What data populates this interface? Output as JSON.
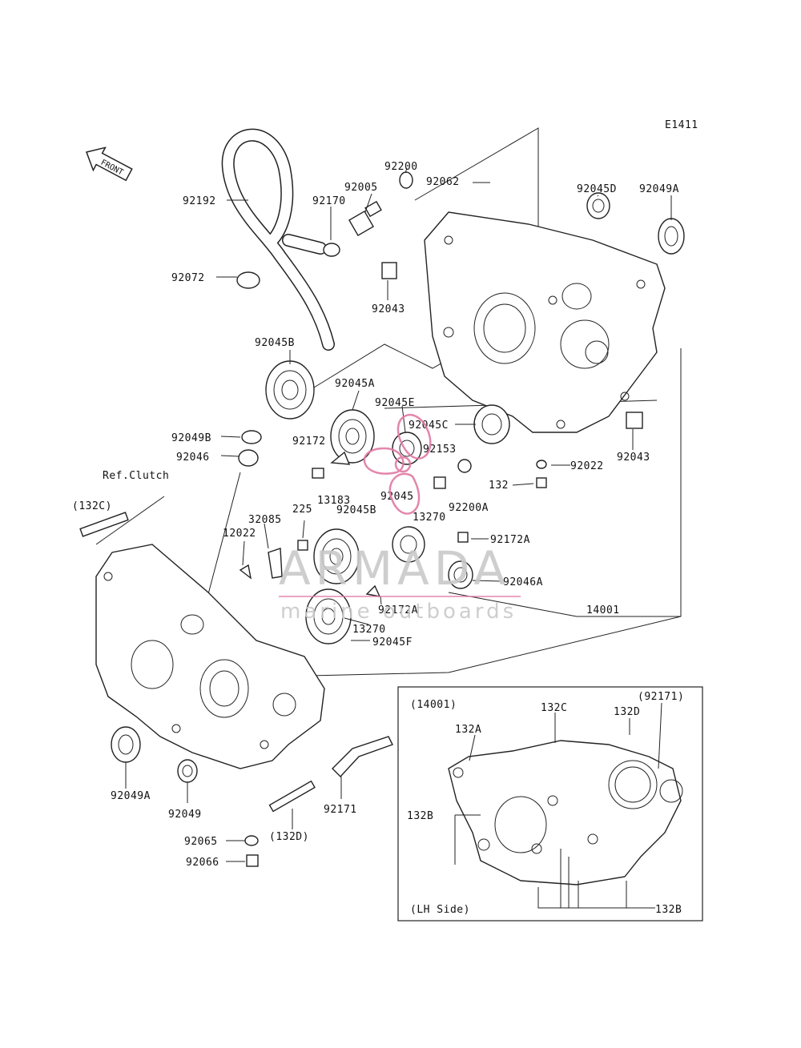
{
  "diagram": {
    "code": "E1411",
    "front_label": "FRONT",
    "ref_label": "Ref.Clutch",
    "callouts": {
      "p92200": "92200",
      "p92005": "92005",
      "p92170": "92170",
      "p92062": "92062",
      "p92045D": "92045D",
      "p92049A_top": "92049A",
      "p92192": "92192",
      "p92072": "92072",
      "p92043_a": "92043",
      "p92045B_top": "92045B",
      "p92045A": "92045A",
      "p92045E": "92045E",
      "p92045C": "92045C",
      "p92043_b": "92043",
      "p92049B": "92049B",
      "p92046": "92046",
      "p92172": "92172",
      "p92153": "92153",
      "p92022": "92022",
      "p132": "132",
      "p13183": "13183",
      "p92045": "92045",
      "p92200A": "92200A",
      "p132C_paren": "(132C)",
      "p32085": "32085",
      "p225": "225",
      "p92045B_mid": "92045B",
      "p13270_a": "13270",
      "p12022": "12022",
      "p92172A_a": "92172A",
      "p92046A": "92046A",
      "p92172A_b": "92172A",
      "p14001": "14001",
      "p13270_b": "13270",
      "p92045F": "92045F",
      "p92049A_bot": "92049A",
      "p92049": "92049",
      "p92171": "92171",
      "p132D_paren": "(132D)",
      "p92065": "92065",
      "p92066": "92066"
    },
    "inset": {
      "title": "(14001)",
      "side": "(LH Side)",
      "c132A": "132A",
      "c132C": "132C",
      "c132D": "132D",
      "c92171": "(92171)",
      "c132B_left": "132B",
      "c132B_bottom": "132B"
    }
  },
  "watermark": {
    "brand": "ARMADA",
    "tagline": "marine outboards",
    "accent_color": "#e07aa3"
  }
}
